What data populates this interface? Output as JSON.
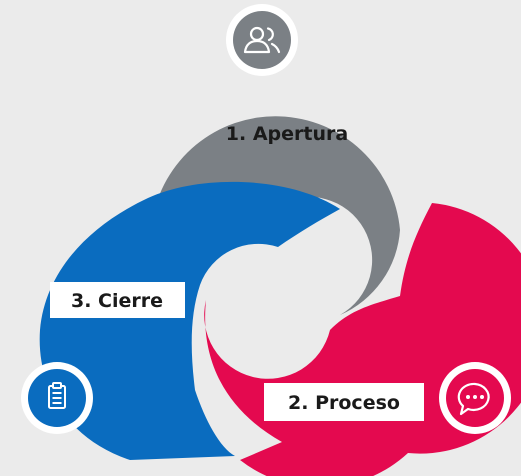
{
  "diagram": {
    "stages": [
      {
        "label": "1. Apertura",
        "color": "#7b8085",
        "icon": "users-icon"
      },
      {
        "label": "2. Proceso",
        "color": "#e4094f",
        "icon": "chat-bubble-icon"
      },
      {
        "label": "3. Cierre",
        "color": "#0a6cbf",
        "icon": "clipboard-icon"
      }
    ],
    "background": "#ebebeb",
    "badge_border": "#ffffff"
  }
}
